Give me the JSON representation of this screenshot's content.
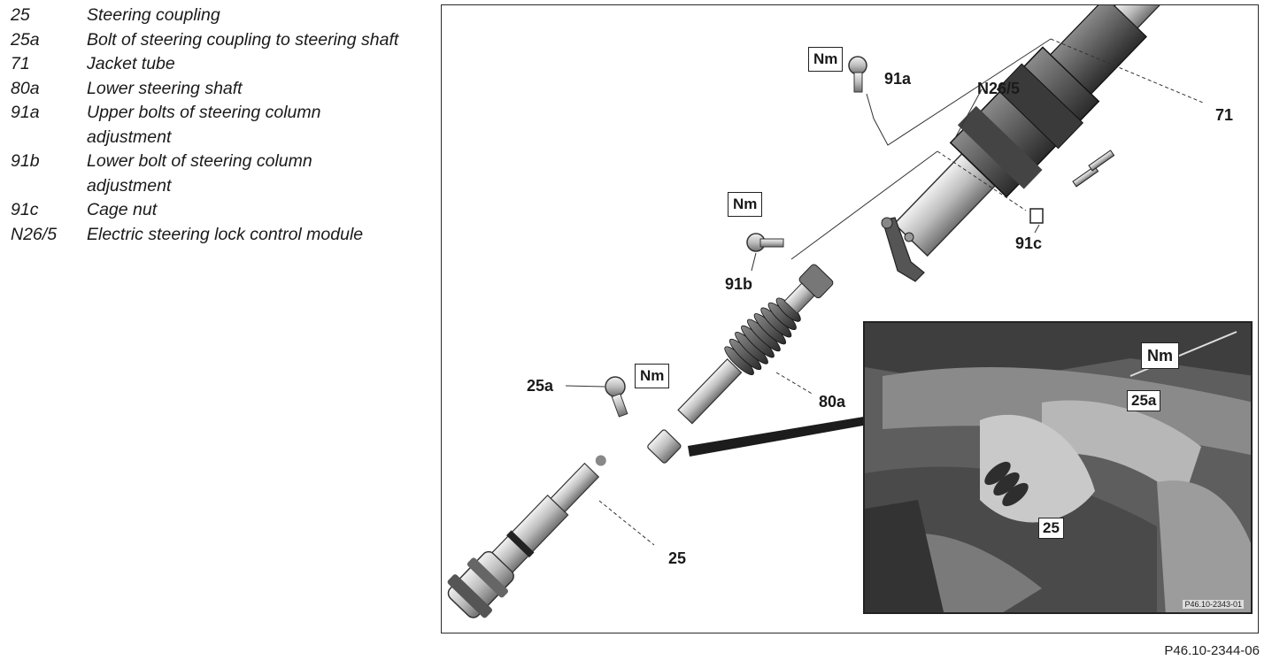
{
  "legend": [
    {
      "code": "25",
      "description": "Steering coupling"
    },
    {
      "code": "25a",
      "description": "Bolt of steering coupling to steering shaft"
    },
    {
      "code": "71",
      "description": "Jacket tube"
    },
    {
      "code": "80a",
      "description": "Lower steering shaft"
    },
    {
      "code": "91a",
      "description": "Upper bolts of steering column adjustment"
    },
    {
      "code": "91b",
      "description": "Lower bolt of steering column adjustment"
    },
    {
      "code": "91c",
      "description": "Cage nut"
    },
    {
      "code": "N26/5",
      "description": "Electric steering lock control module"
    }
  ],
  "callouts": {
    "c91a": "91a",
    "cN26": "N26/5",
    "c71": "71",
    "c91b": "91b",
    "c91c": "91c",
    "c80a": "80a",
    "c25a": "25a",
    "c25": "25"
  },
  "torque_label": "Nm",
  "inset": {
    "tag_25a": "25a",
    "tag_25": "25",
    "tag_nm": "Nm",
    "image_ref": "P46.10-2343-01"
  },
  "figure_ref": "P46.10-2344-06"
}
